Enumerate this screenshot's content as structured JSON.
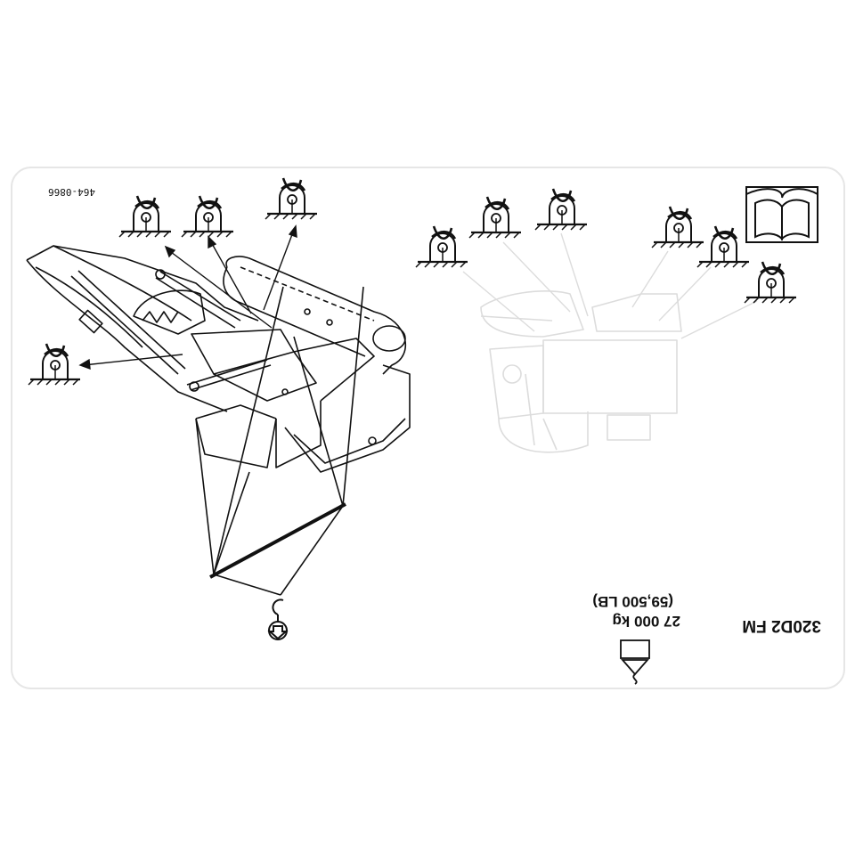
{
  "decal": {
    "part_number": "464-0866",
    "model": "320D2 FM",
    "weight_kg": "27 000 kg",
    "weight_lb": "(59,500 LB)",
    "icons": {
      "tie_down": "tie-down-anchor-icon",
      "manual": "operation-manual-icon",
      "lift_hook": "lift-hook-icon",
      "weight": "weight-icon"
    },
    "colors": {
      "line": "#111111",
      "ghost": "#dcdcdc",
      "border": "#e6e6e6"
    }
  }
}
